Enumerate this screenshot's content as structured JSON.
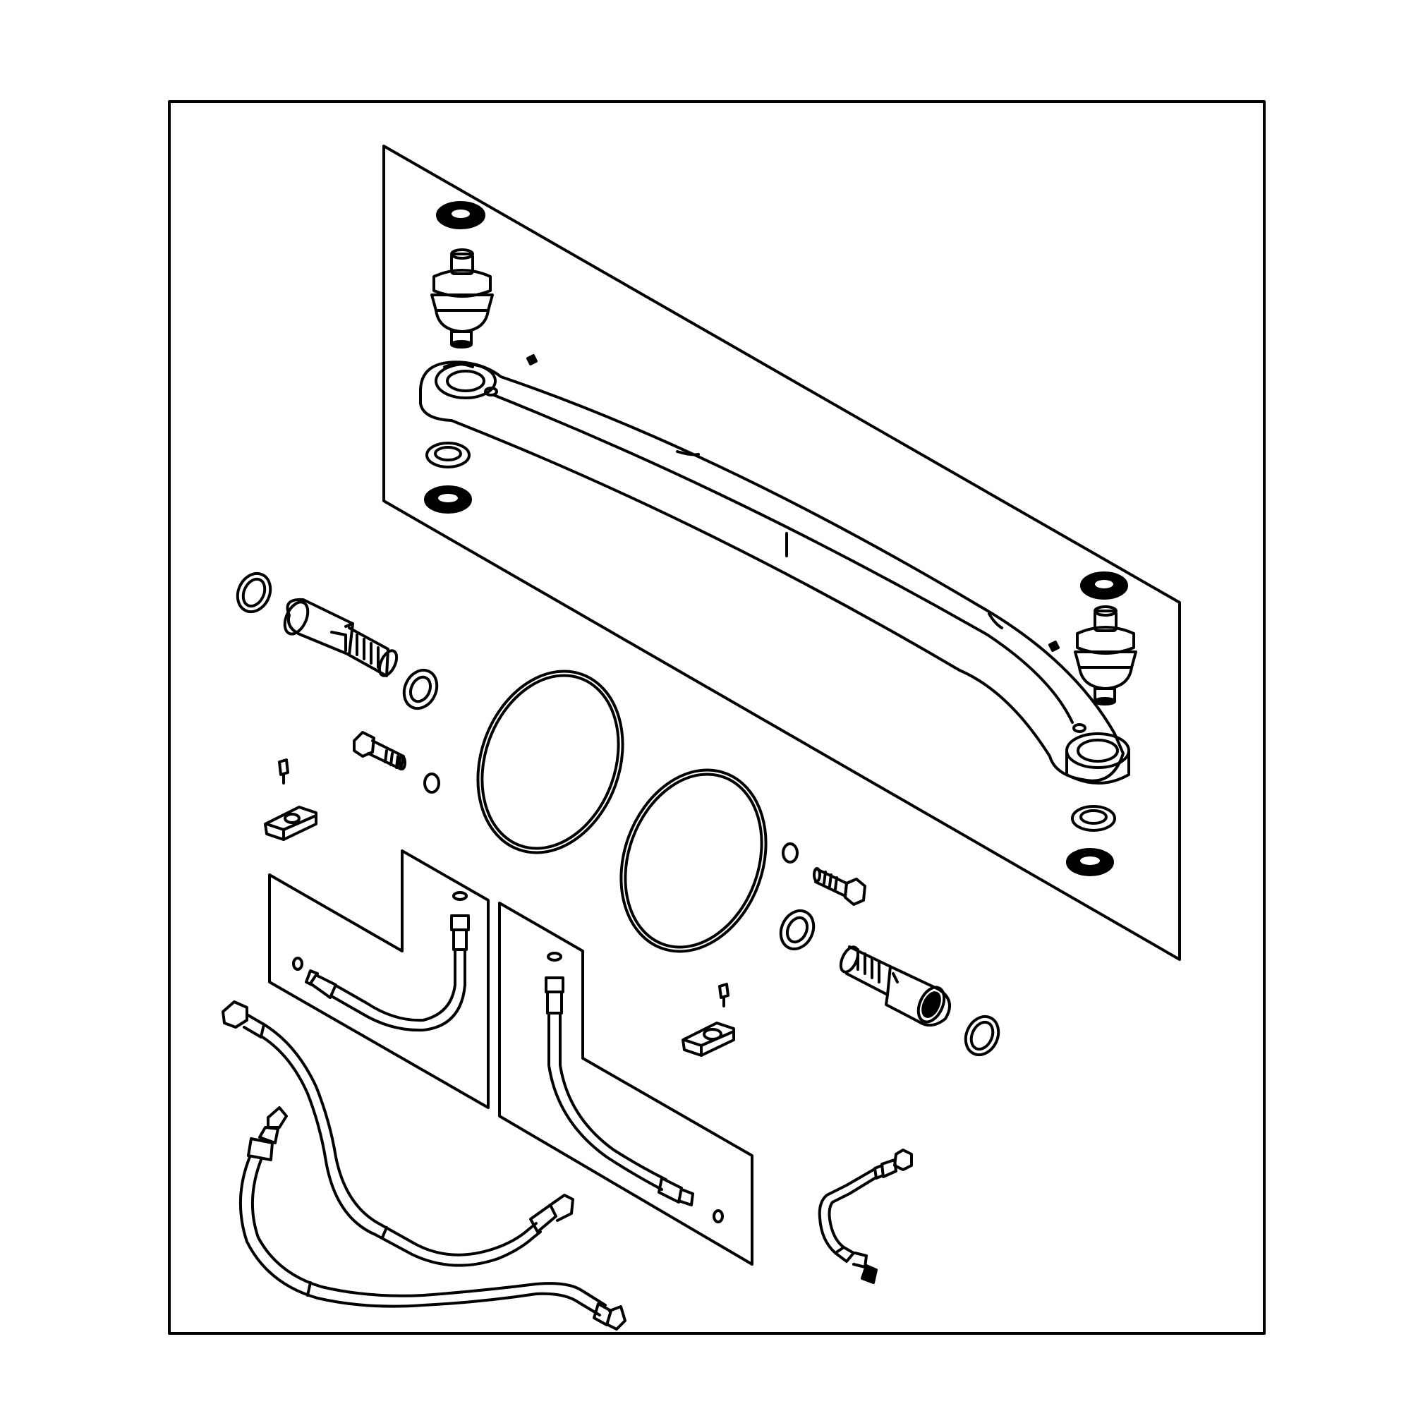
{
  "diagram": {
    "line_color": "#000000",
    "background_color": "#ffffff",
    "parts": [
      {
        "id": "upper-panel",
        "icon": "exploded-view-panel-icon"
      },
      {
        "id": "upper-washer-top-left",
        "icon": "washer-icon"
      },
      {
        "id": "upper-ball-joint-left",
        "icon": "ball-joint-icon"
      },
      {
        "id": "upper-spacer-left",
        "icon": "spacer-ring-icon"
      },
      {
        "id": "upper-washer-bottom-left",
        "icon": "washer-icon"
      },
      {
        "id": "tie-rod-arm",
        "icon": "tie-rod-arm-icon"
      },
      {
        "id": "upper-washer-top-right",
        "icon": "washer-icon"
      },
      {
        "id": "upper-ball-joint-right",
        "icon": "ball-joint-icon"
      },
      {
        "id": "upper-spacer-right",
        "icon": "spacer-ring-icon"
      },
      {
        "id": "upper-washer-bottom-right",
        "icon": "washer-icon"
      },
      {
        "id": "large-o-ring-left",
        "icon": "o-ring-icon"
      },
      {
        "id": "large-o-ring-right",
        "icon": "o-ring-icon"
      },
      {
        "id": "pivot-pin-left",
        "icon": "pivot-pin-icon"
      },
      {
        "id": "pivot-pin-right",
        "icon": "pivot-pin-icon"
      },
      {
        "id": "bolt-left",
        "icon": "bolt-icon"
      },
      {
        "id": "bolt-right",
        "icon": "bolt-icon"
      },
      {
        "id": "lock-plate-left",
        "icon": "lock-plate-icon"
      },
      {
        "id": "lock-plate-right",
        "icon": "lock-plate-icon"
      },
      {
        "id": "hose-panel-left",
        "icon": "exploded-view-panel-icon"
      },
      {
        "id": "hose-panel-right",
        "icon": "exploded-view-panel-icon"
      },
      {
        "id": "hydraulic-hose-left",
        "icon": "hydraulic-hose-icon"
      },
      {
        "id": "hydraulic-hose-right",
        "icon": "hydraulic-hose-icon"
      },
      {
        "id": "long-hose-upper",
        "icon": "hydraulic-hose-icon"
      },
      {
        "id": "long-hose-lower",
        "icon": "hydraulic-hose-icon"
      },
      {
        "id": "sensor-cable",
        "icon": "sensor-cable-icon"
      }
    ]
  }
}
